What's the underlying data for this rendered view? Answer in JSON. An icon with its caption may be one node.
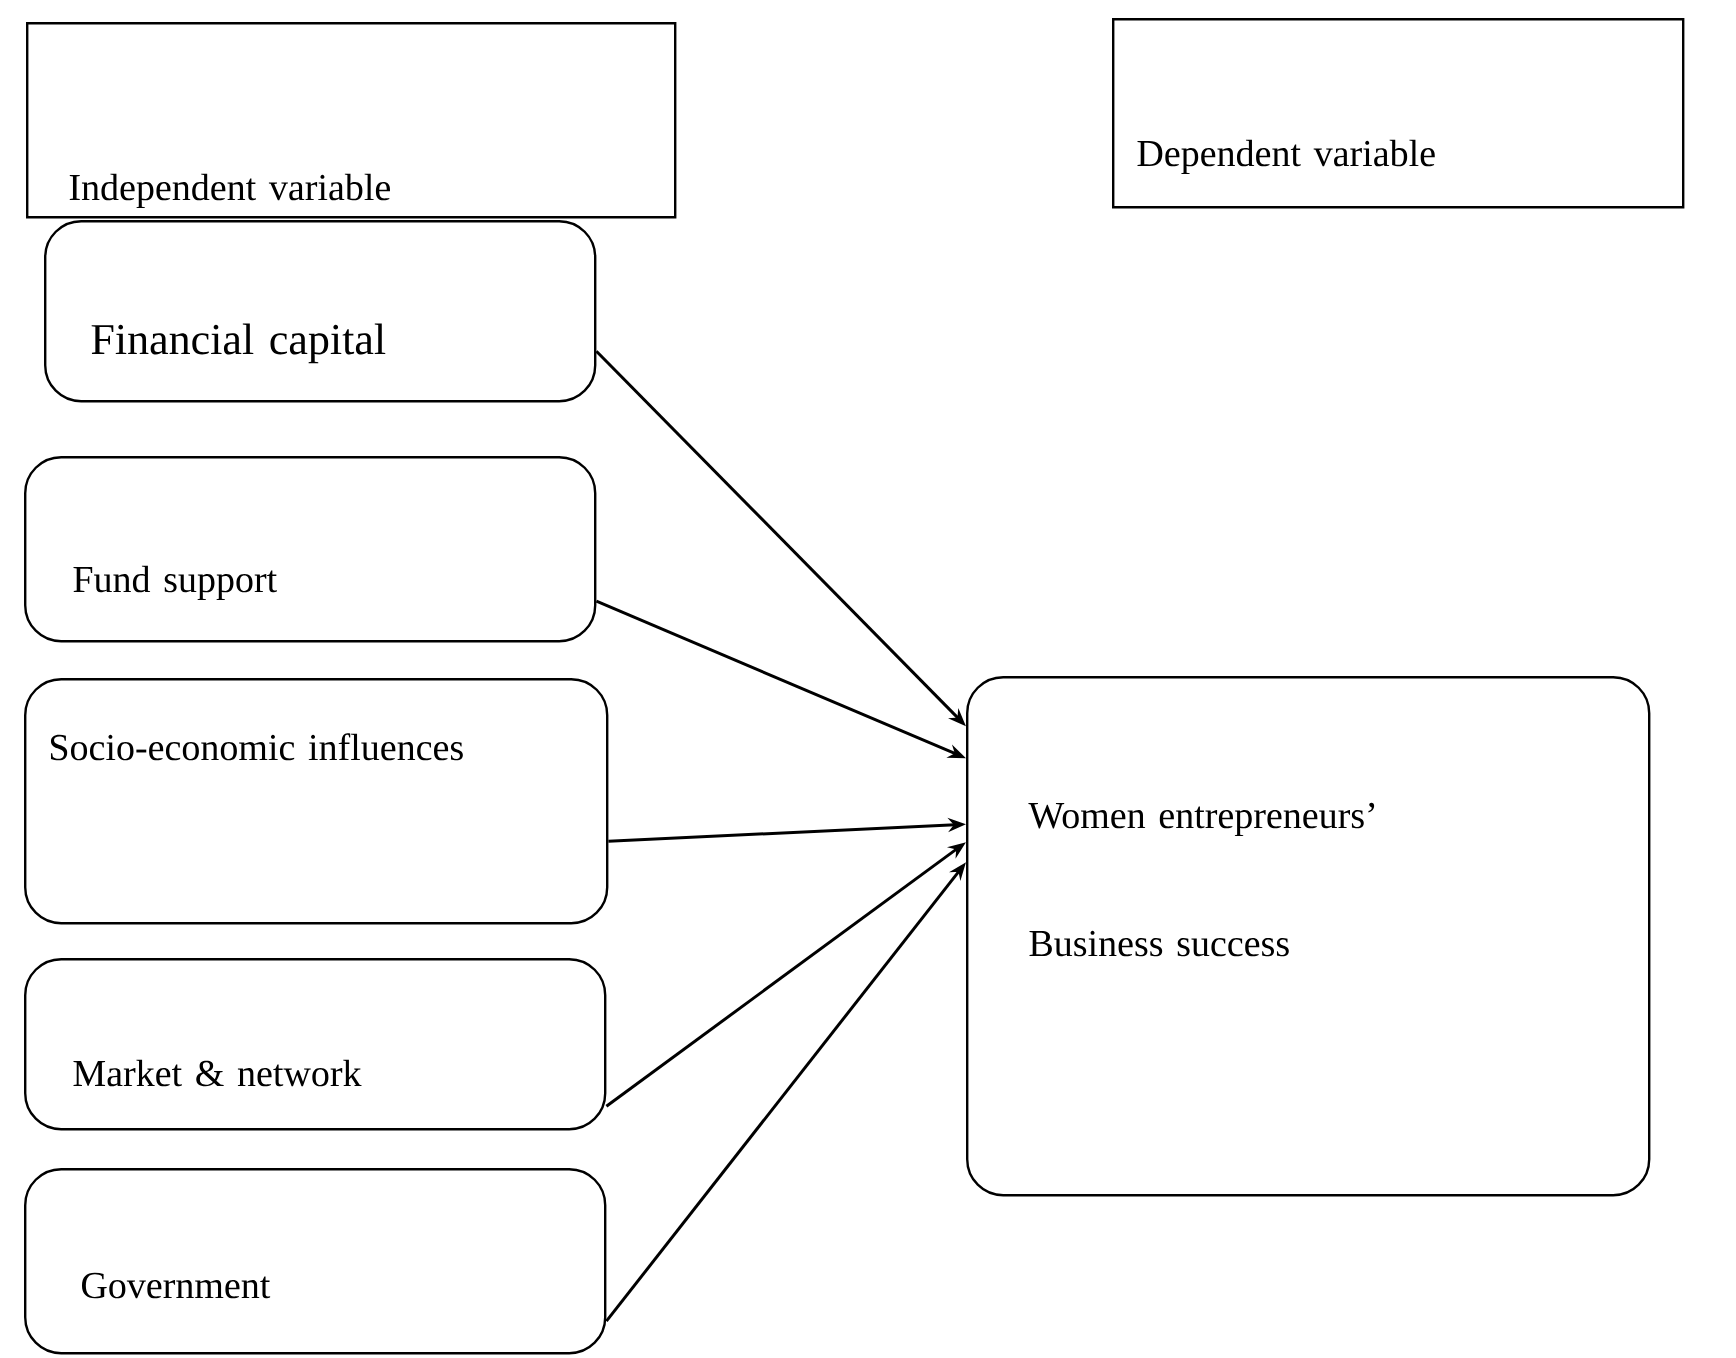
{
  "diagram": {
    "nodes": [
      {
        "text": [
          "Independent variable"
        ]
      },
      {
        "text": [
          "Dependent variable"
        ]
      },
      {
        "text": [
          "Financial capital"
        ]
      },
      {
        "text": [
          "Fund support"
        ]
      },
      {
        "text": [
          "Socio-economic influences"
        ]
      },
      {
        "text": [
          "Market & network"
        ]
      },
      {
        "text": [
          "Government"
        ]
      },
      {
        "text": [
          "Women entrepreneurs’",
          "Business success"
        ]
      }
    ],
    "edges": [
      {
        "from": 2,
        "to": 7,
        "arrow": "to"
      },
      {
        "from": 3,
        "to": 7,
        "arrow": "to"
      },
      {
        "from": 4,
        "to": 7,
        "arrow": "to"
      },
      {
        "from": 5,
        "to": 7,
        "arrow": "to"
      },
      {
        "from": 6,
        "to": 7,
        "arrow": "to"
      }
    ]
  }
}
